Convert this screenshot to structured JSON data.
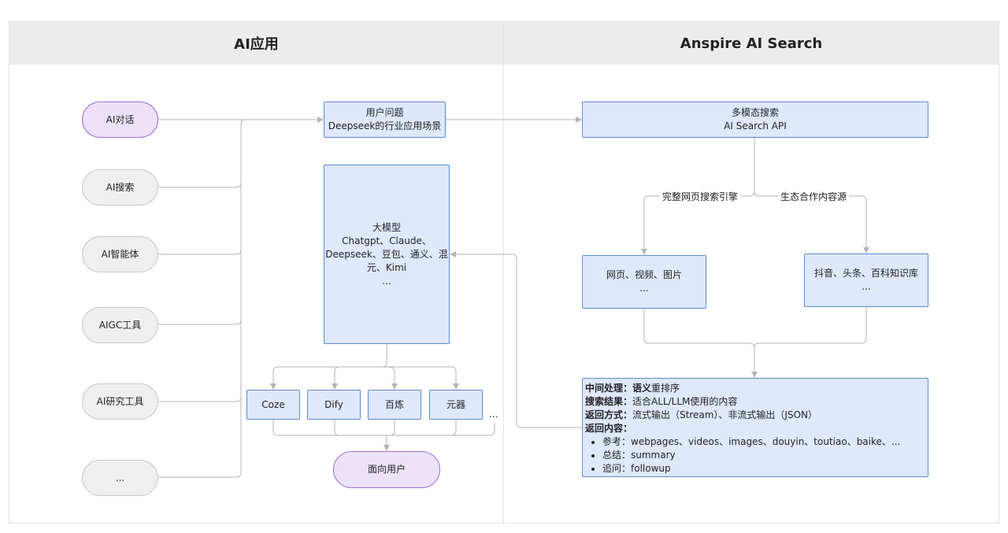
{
  "headers": {
    "left": "AI应用",
    "right": "Anspire AI Search"
  },
  "left_pills": [
    "AI对话",
    "AI搜索",
    "AI智能体",
    "AIGC工具",
    "AI研究工具",
    "..."
  ],
  "user_question": {
    "line1": "用户问题",
    "line2": "Deepseek的行业应用场景"
  },
  "llm_box": {
    "line1": "大模型",
    "line2": "Chatgpt、Claude、",
    "line3": "Deepseek、豆包、通义、混",
    "line4": "元、Kimi",
    "line5": "..."
  },
  "platforms": [
    "Coze",
    "Dify",
    "百炼",
    "元器"
  ],
  "platforms_more": "...",
  "end_user": "面向用户",
  "multimodal": {
    "line1": "多模态搜索",
    "line2": "AI Search API"
  },
  "edge_labels": {
    "left": "完整网页搜索引擎",
    "right": "生态合作内容源"
  },
  "web_box": {
    "line1": "网页、视频、图片",
    "line2": "..."
  },
  "eco_box": {
    "line1": "抖音、头条、百科知识库",
    "line2": "..."
  },
  "result": {
    "r1_label": "中间处理：",
    "r1_bold": "语义",
    "r1_text": "重排序",
    "r2_label": "搜索结果：",
    "r2_text": "适合ALL/LLM使用的内容",
    "r3_label": "返回方式：",
    "r3_text": "流式输出（Stream）、非流式输出（JSON）",
    "r4_label": "返回内容：",
    "items": [
      "参考：webpages、videos、images、douyin、toutiao、baike、...",
      "总结：summary",
      "追问：followup"
    ]
  },
  "colors": {
    "box_fill": "#dfe8fc",
    "box_border": "#5b8bd9",
    "purple_fill": "#ece3fb",
    "purple_border": "#9b6ddc",
    "gray_fill": "#efefef",
    "gray_border": "#c9c9c9",
    "wire": "#b5b5b5"
  }
}
